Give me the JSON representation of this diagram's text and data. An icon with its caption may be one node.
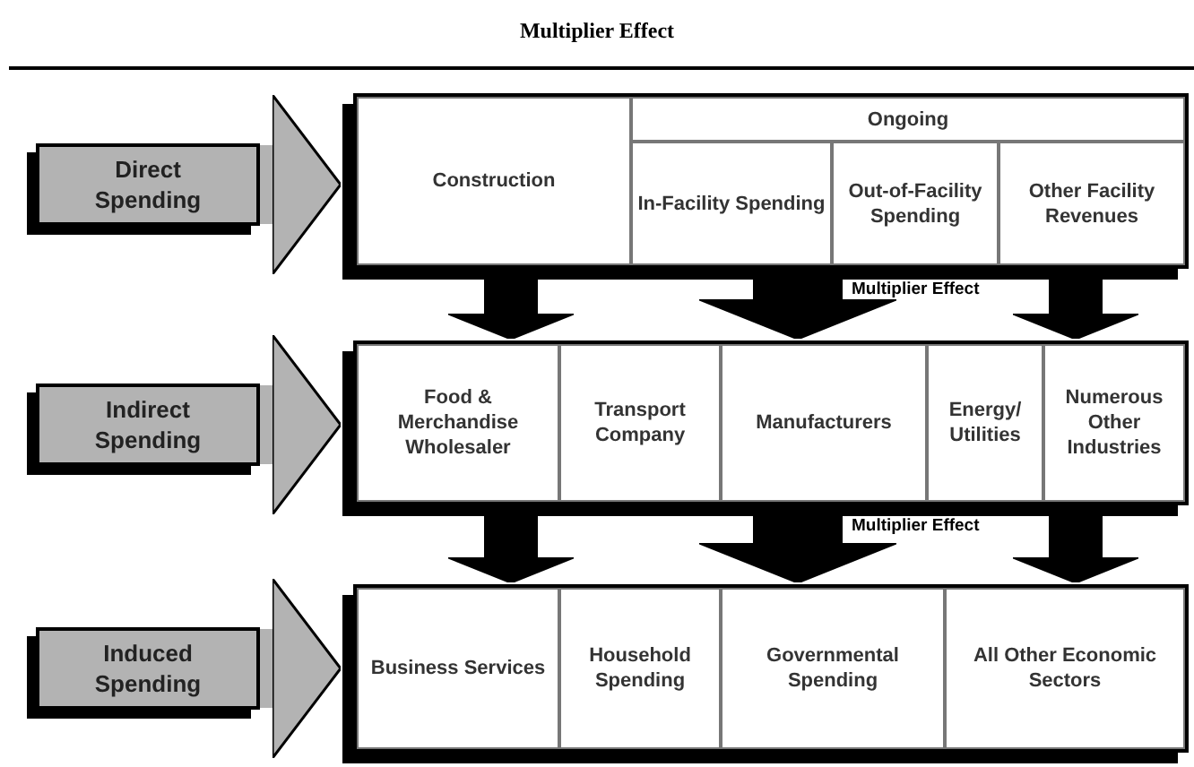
{
  "diagram": {
    "title": "Multiplier Effect",
    "nodes": [
      {
        "text": [
          "Direct Spending"
        ]
      },
      {
        "text": [],
        "shape": "box"
      },
      {
        "text": [
          "Construction"
        ],
        "in": 1
      },
      {
        "text": [
          "Ongoing"
        ],
        "in": 1
      },
      {
        "text": [
          "In-Facility Spending"
        ],
        "in": 1
      },
      {
        "text": [
          "Out-of-Facility Spending"
        ],
        "in": 1
      },
      {
        "text": [
          "Other Facility Revenues"
        ],
        "in": 1
      },
      {
        "text": [
          "Indirect Spending"
        ]
      },
      {
        "text": [],
        "shape": "box"
      },
      {
        "text": [
          "Food & Merchandise Wholesaler"
        ],
        "in": 8
      },
      {
        "text": [
          "Transport Company"
        ],
        "in": 8
      },
      {
        "text": [
          "Manufacturers"
        ],
        "in": 8
      },
      {
        "text": [
          "Energy/ Utilities"
        ],
        "in": 8
      },
      {
        "text": [
          "Numerous Other Industries"
        ],
        "in": 8
      },
      {
        "text": [
          "Induced Spending"
        ]
      },
      {
        "text": [],
        "shape": "box"
      },
      {
        "text": [
          "Business Services"
        ],
        "in": 15
      },
      {
        "text": [
          "Household Spending"
        ],
        "in": 15
      },
      {
        "text": [
          "Governmental Spending"
        ],
        "in": 15
      },
      {
        "text": [
          "All Other Economic Sectors"
        ],
        "in": 15
      }
    ],
    "edges": [
      {
        "from": 0,
        "to": 1,
        "arrow": "to",
        "color": "#b3b3b3"
      },
      {
        "from": 1,
        "to": 8,
        "arrow": "to"
      },
      {
        "from": 1,
        "to": 8,
        "arrow": "to",
        "label": "Multiplier Effect"
      },
      {
        "from": 1,
        "to": 8,
        "arrow": "to"
      },
      {
        "from": 7,
        "to": 8,
        "arrow": "to",
        "color": "#b3b3b3"
      },
      {
        "from": 8,
        "to": 15,
        "arrow": "to"
      },
      {
        "from": 8,
        "to": 15,
        "arrow": "to",
        "label": "Multiplier Effect"
      },
      {
        "from": 8,
        "to": 15,
        "arrow": "to"
      },
      {
        "from": 14,
        "to": 15,
        "arrow": "to",
        "color": "#b3b3b3"
      }
    ]
  }
}
